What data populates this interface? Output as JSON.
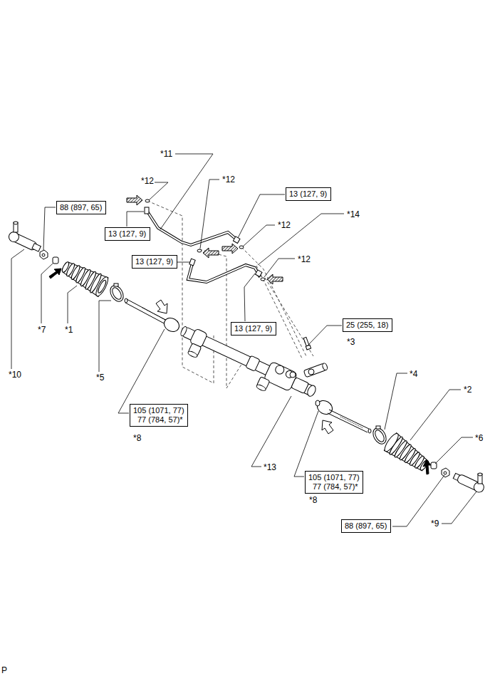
{
  "diagram": {
    "nodes": [
      {
        "text": [
          "88 (897, 65)"
        ]
      },
      {
        "text": [
          "13 (127, 9)"
        ]
      },
      {
        "text": [
          "13 (127, 9)"
        ]
      },
      {
        "text": [
          "13 (127, 9)"
        ]
      },
      {
        "text": [
          "13 (127, 9)"
        ]
      },
      {
        "text": [
          "25 (255, 18)"
        ]
      },
      {
        "text": [
          "105 (1071, 77)",
          "77 (784, 57)*"
        ]
      },
      {
        "text": [
          "105 (1071, 77)",
          "77 (784, 57)*"
        ]
      },
      {
        "text": [
          "88 (897, 65)"
        ]
      }
    ],
    "labels": [
      "*11",
      "*12",
      "*12",
      "*14",
      "*12",
      "*12",
      "*7",
      "*1",
      "*3",
      "*10",
      "*5",
      "*4",
      "*2",
      "*8",
      "*6",
      "*13",
      "*8",
      "*9",
      "P"
    ]
  }
}
